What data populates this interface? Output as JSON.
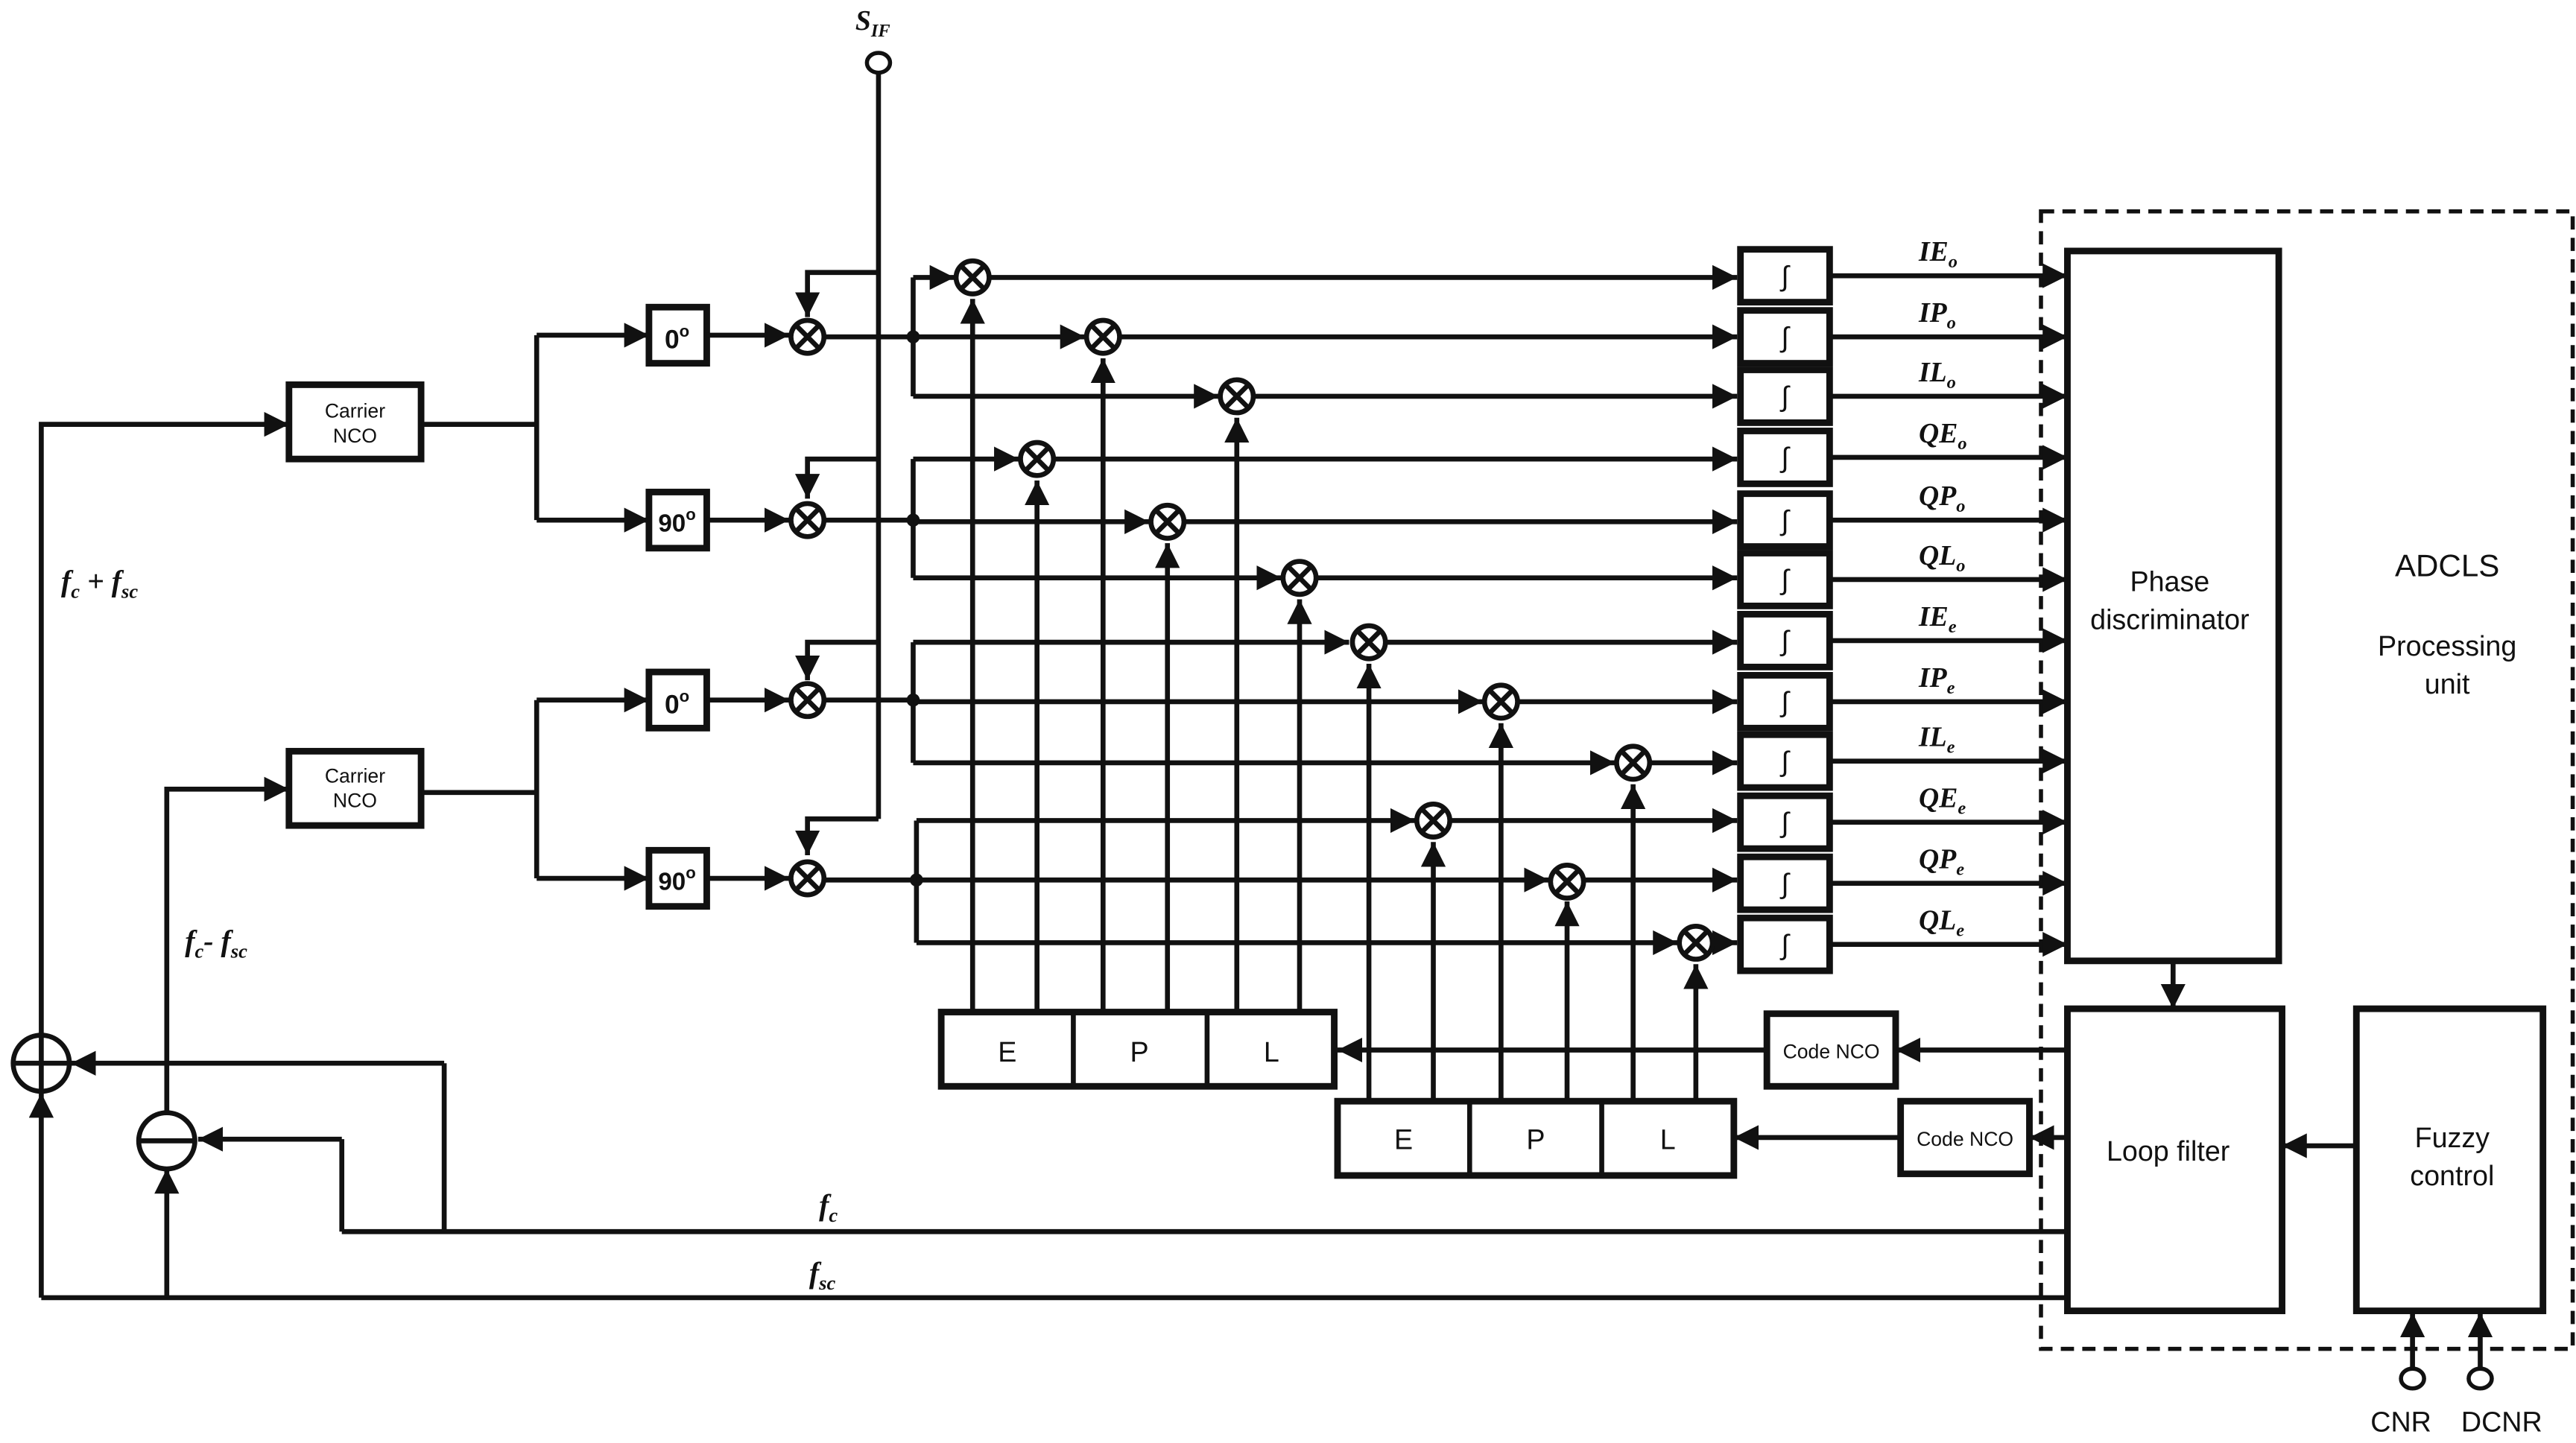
{
  "input": {
    "symbol": "S",
    "sub": "IF"
  },
  "nco": {
    "carrier_1": [
      "Carrier",
      "NCO"
    ],
    "carrier_2": [
      "Carrier",
      "NCO"
    ],
    "code_1": "Code NCO",
    "code_2": "Code NCO"
  },
  "phase": {
    "p0_a": "0",
    "p90_a": "90",
    "p0_b": "0",
    "p90_b": "90",
    "deg": "o"
  },
  "correlator": {
    "e": "E",
    "p": "P",
    "l": "L"
  },
  "integrator_symbol": "∫",
  "outputs": [
    {
      "base": "IE",
      "sub": "o"
    },
    {
      "base": "IP",
      "sub": "o"
    },
    {
      "base": "IL",
      "sub": "o"
    },
    {
      "base": "QE",
      "sub": "o"
    },
    {
      "base": "QP",
      "sub": "o"
    },
    {
      "base": "QL",
      "sub": "o"
    },
    {
      "base": "IE",
      "sub": "e"
    },
    {
      "base": "IP",
      "sub": "e"
    },
    {
      "base": "IL",
      "sub": "e"
    },
    {
      "base": "QE",
      "sub": "e"
    },
    {
      "base": "QP",
      "sub": "e"
    },
    {
      "base": "QL",
      "sub": "e"
    }
  ],
  "freq": {
    "sum": {
      "a": "f",
      "a_sub": "c",
      "op": " + ",
      "b": "f",
      "b_sub": "sc"
    },
    "diff": {
      "a": "f",
      "a_sub": "c",
      "op": "- ",
      "b": "f",
      "b_sub": "sc"
    },
    "fc": {
      "a": "f",
      "a_sub": "c"
    },
    "fsc": {
      "a": "f",
      "a_sub": "sc"
    }
  },
  "blocks": {
    "phase_disc": [
      "Phase",
      "discriminator"
    ],
    "adcls": "ADCLS",
    "processing": [
      "Processing",
      "unit"
    ],
    "loop_filter": "Loop filter",
    "fuzzy": [
      "Fuzzy",
      "control"
    ],
    "cnr": "CNR",
    "dcnr": "DCNR"
  }
}
